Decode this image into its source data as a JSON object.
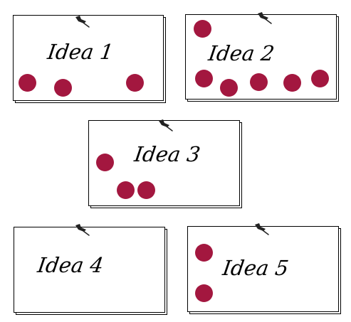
{
  "colors": {
    "dot": "#a3173f",
    "pin": "#222222",
    "card_border": "#000000"
  },
  "cards": [
    {
      "title": "Idea 1",
      "votes": 3
    },
    {
      "title": "Idea 2",
      "votes": 6
    },
    {
      "title": "Idea 3",
      "votes": 3
    },
    {
      "title": "Idea 4",
      "votes": 0
    },
    {
      "title": "Idea 5",
      "votes": 2
    }
  ],
  "pin_icon": "pushpin-icon"
}
